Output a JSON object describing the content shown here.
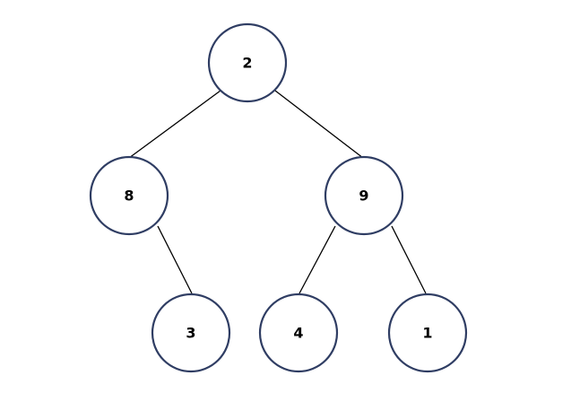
{
  "colors": {
    "node_stroke": "#2f3d63",
    "edge": "#000000",
    "background": "#ffffff"
  },
  "tree": {
    "nodes": [
      {
        "id": "n2",
        "label": "2"
      },
      {
        "id": "n8",
        "label": "8"
      },
      {
        "id": "n9",
        "label": "9"
      },
      {
        "id": "n3",
        "label": "3"
      },
      {
        "id": "n4",
        "label": "4"
      },
      {
        "id": "n1",
        "label": "1"
      }
    ],
    "edges": [
      {
        "from": "n2",
        "to": "n8"
      },
      {
        "from": "n2",
        "to": "n9"
      },
      {
        "from": "n8",
        "to": "n3"
      },
      {
        "from": "n9",
        "to": "n4"
      },
      {
        "from": "n9",
        "to": "n1"
      }
    ]
  }
}
